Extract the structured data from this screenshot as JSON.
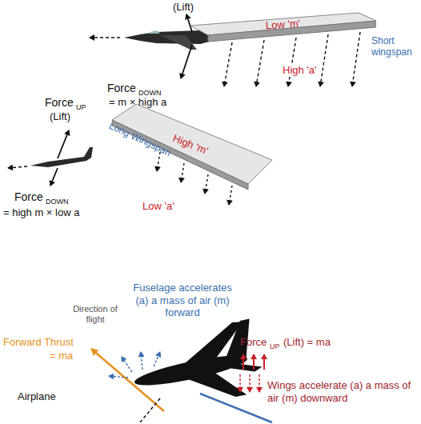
{
  "diagram": {
    "nodes": [
      {
        "text": [
          "Low 'm'"
        ]
      },
      {
        "text": [
          "High 'm'"
        ]
      }
    ],
    "labels": [
      "(Lift)",
      "Short wingspan",
      "High 'a'",
      "Force",
      "DOWN",
      "= m × high a",
      "Force",
      "UP",
      "(Lift)",
      "Long Wingspan",
      "Low 'a'",
      "Force",
      "DOWN",
      "= high m × low a",
      "Direction of flight",
      "Fuselage accelerates (a) a mass of air (m) forward",
      "Force",
      "UP",
      "(Lift) = ma",
      "Forward Thrust",
      "= ma",
      "Airplane",
      "Wings accelerate (a) a mass of air (m) downward"
    ]
  }
}
